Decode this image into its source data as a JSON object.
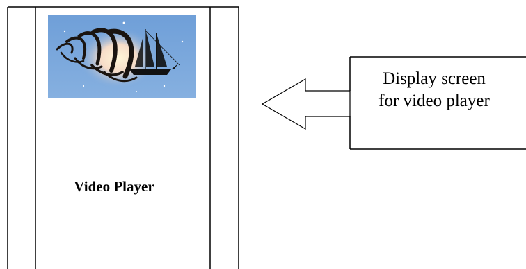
{
  "phone": {
    "label": "Video Player"
  },
  "screen_image": {
    "icon": "sailing-ship-in-spiral-icon",
    "background_color": "#7aa7dc"
  },
  "callout": {
    "line1": "Display screen",
    "line2": "for video player"
  },
  "colors": {
    "stroke": "#000000",
    "background": "#ffffff"
  }
}
